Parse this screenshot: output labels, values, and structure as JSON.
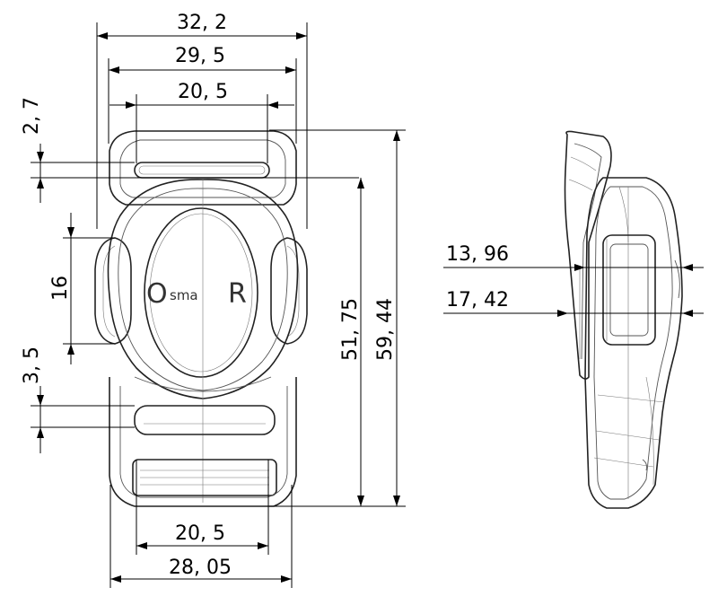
{
  "logo": {
    "prefix": "O",
    "middle": "sma",
    "suffix": "R"
  },
  "front_view": {
    "overall_width": "32, 2",
    "strap_width_top_outer": "29, 5",
    "slot_width_top": "20, 5",
    "slot_height_top": "2, 7",
    "side_button_height": "16",
    "slot_height_bottom": "3, 5",
    "body_height": "51, 75",
    "overall_height": "59, 44",
    "slot_width_bottom": "20, 5",
    "bottom_width": "28, 05"
  },
  "side_view": {
    "thickness_inner": "13, 96",
    "thickness_outer": "17, 42"
  }
}
